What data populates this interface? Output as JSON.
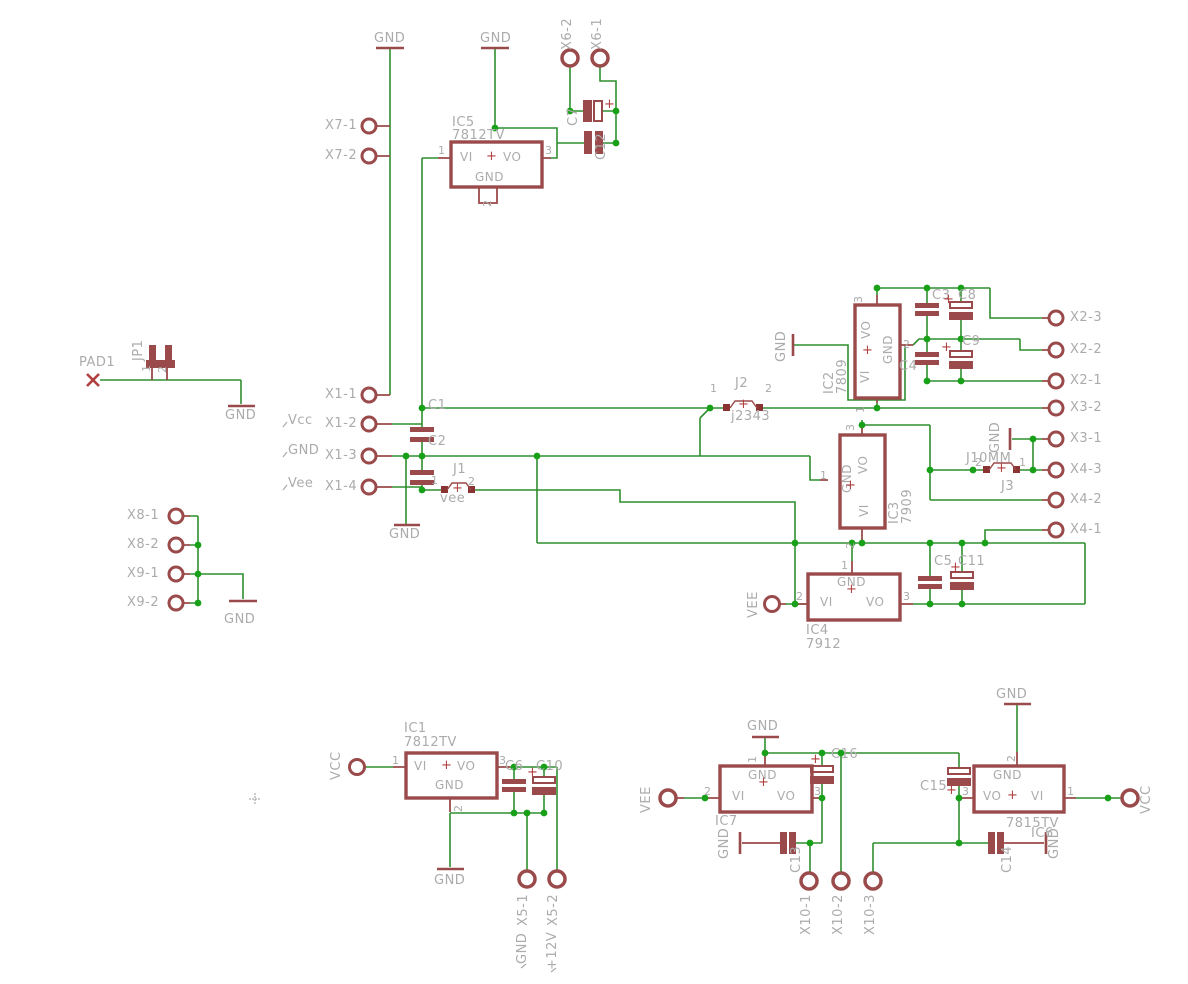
{
  "nets": {
    "gnd": "GND",
    "vcc": "VCC",
    "vee": "VEE",
    "vcc_mixed": "Vcc",
    "vee_mixed": "Vee",
    "plus12": "+12V"
  },
  "sym": {
    "plus": "+"
  },
  "pins": {
    "p1": "1",
    "p2": "2",
    "p3": "3"
  },
  "ic_pins": {
    "vi": "VI",
    "vo": "VO",
    "gnd": "GND"
  },
  "ics": {
    "ic1": {
      "name": "IC1",
      "value": "7812TV"
    },
    "ic2": {
      "name": "IC2",
      "value": "7809"
    },
    "ic3": {
      "name": "IC3",
      "value": "7909"
    },
    "ic4": {
      "name": "IC4",
      "value": "7912"
    },
    "ic5": {
      "name": "IC5",
      "value": "7812TV"
    },
    "ic6": {
      "name": "IC6",
      "value": "7815TV"
    },
    "ic7": {
      "name": "IC7"
    }
  },
  "jumpers": {
    "jp1": {
      "name": "JP1"
    },
    "j1": {
      "name": "J1",
      "value": "vee"
    },
    "j2": {
      "name": "J2",
      "value": "j2343"
    },
    "j3": {
      "name": "J3",
      "value": "J10MM"
    }
  },
  "pads": {
    "pad1": "PAD1",
    "x1_1": "X1-1",
    "x1_2": "X1-2",
    "x1_3": "X1-3",
    "x1_4": "X1-4",
    "x2_1": "X2-1",
    "x2_2": "X2-2",
    "x2_3": "X2-3",
    "x3_1": "X3-1",
    "x3_2": "X3-2",
    "x4_1": "X4-1",
    "x4_2": "X4-2",
    "x4_3": "X4-3",
    "x5_1": "X5-1",
    "x5_2": "X5-2",
    "x6_1": "X6-1",
    "x6_2": "X6-2",
    "x7_1": "X7-1",
    "x7_2": "X7-2",
    "x8_1": "X8-1",
    "x8_2": "X8-2",
    "x9_1": "X9-1",
    "x9_2": "X9-2",
    "x10_1": "X10-1",
    "x10_2": "X10-2",
    "x10_3": "X10-3"
  },
  "caps": {
    "c1": "C1",
    "c2": "C2",
    "c3": "C3",
    "c4": "C4",
    "c5": "C5",
    "c6": "C6",
    "c7": "C7",
    "c8": "C8",
    "c9": "C9",
    "c10": "C10",
    "c11": "C11",
    "c12": "C12",
    "c13": "C13",
    "c14": "C14",
    "c15": "C15",
    "c16": "C16"
  },
  "colors": {
    "wire": "#2f8f2f",
    "junction": "#18a018",
    "component": "#9a4a4a",
    "text": "#ababab",
    "plus": "#b04040"
  }
}
